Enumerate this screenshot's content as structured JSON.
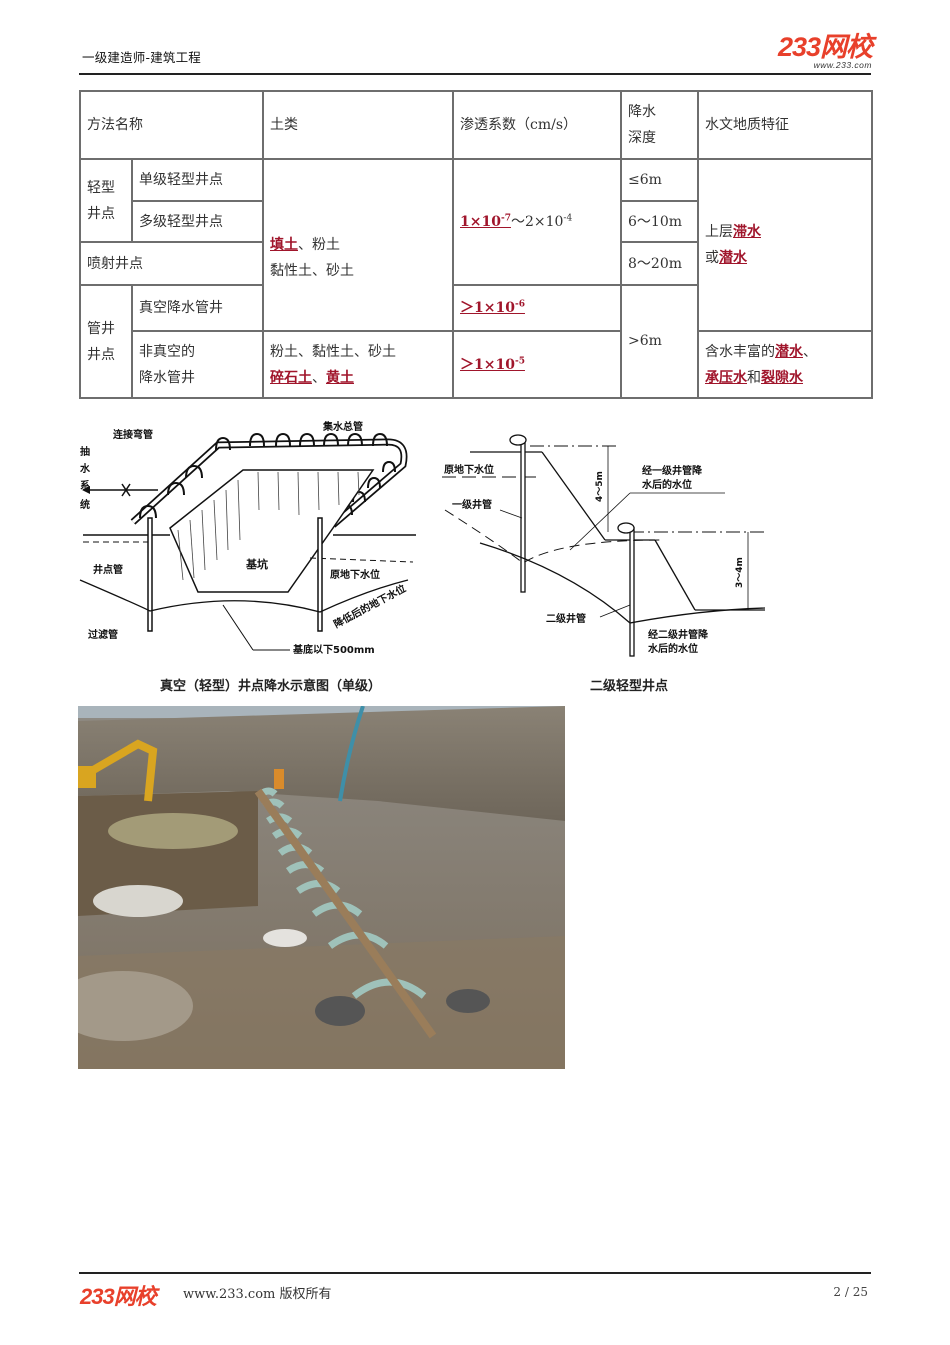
{
  "header": {
    "title": "一级建造师-建筑工程",
    "logo_text": "233网校",
    "logo_url": "www.233.com"
  },
  "table": {
    "headers": {
      "method": "方法名称",
      "soil": "土类",
      "permeability": "渗透系数（cm/s）",
      "depth_line1": "降水",
      "depth_line2": "深度",
      "hydro": "水文地质特征"
    },
    "groups": {
      "light_line1": "轻型",
      "light_line2": "井点",
      "tube_line1": "管井",
      "tube_line2": "井点"
    },
    "rows": {
      "single_light": "单级轻型井点",
      "multi_light": "多级轻型井点",
      "jet": "喷射井点",
      "vacuum_tube": "真空降水管井",
      "nonvac_line1": "非真空的",
      "nonvac_line2": "降水管井"
    },
    "soil_light": {
      "fill_soil": "填土",
      "sep1": "、粉土",
      "line2": "黏性土、砂土"
    },
    "soil_nonvac": {
      "line1": "粉土、黏性土、砂土",
      "gravel": "碎石土",
      "sep": "、",
      "loess": "黄土"
    },
    "perm_light": {
      "low_base": "1×10",
      "low_exp": "-7",
      "mid": "～2×10",
      "high_exp": "-4"
    },
    "perm_vacuum": {
      "base": "＞1×10",
      "exp": "-6"
    },
    "perm_nonvac": {
      "base": "＞1×10",
      "exp": "-5"
    },
    "depths": {
      "single": "≤6m",
      "multi": "6～10m",
      "jet": "8～20m",
      "tube": ">6m"
    },
    "hydro_light": {
      "prefix": "上层",
      "perched": "滞水",
      "or": "或",
      "phreatic": "潜水"
    },
    "hydro_tube": {
      "prefix": "含水丰富的",
      "phreatic": "潜水",
      "sep": "、",
      "confined": "承压水",
      "and": "和",
      "fissure": "裂隙水"
    }
  },
  "figure1": {
    "caption": "真空（轻型）井点降水示意图（单级）",
    "labels": {
      "bend_pipe": "连接弯管",
      "header_pipe": "集水总管",
      "pump_1": "抽",
      "pump_2": "水",
      "pump_3": "系",
      "pump_4": "统",
      "well_pipe": "井点管",
      "pit": "基坑",
      "orig_water": "原地下水位",
      "lowered_water": "降低后的地下水位",
      "filter_pipe": "过滤管",
      "below_base": "基底以下500mm"
    }
  },
  "figure2": {
    "caption": "二级轻型井点",
    "labels": {
      "orig_water": "原地下水位",
      "after_first_1": "经一级井管降",
      "after_first_2": "水后的水位",
      "first_pipe": "一级井管",
      "depth_45": "4～5m",
      "depth_34": "3～4m",
      "second_pipe": "二级井管",
      "after_second_1": "经二级井管降",
      "after_second_2": "水后的水位"
    }
  },
  "photo": {
    "description": "light-well-point-dewatering-site-photo"
  },
  "footer": {
    "logo_text": "233网校",
    "text": "www.233.com 版权所有",
    "page": "2 / 25"
  },
  "colors": {
    "accent_red": "#a0152b",
    "logo_orange": "#e8402b",
    "border_gray": "#6e6e6e"
  }
}
